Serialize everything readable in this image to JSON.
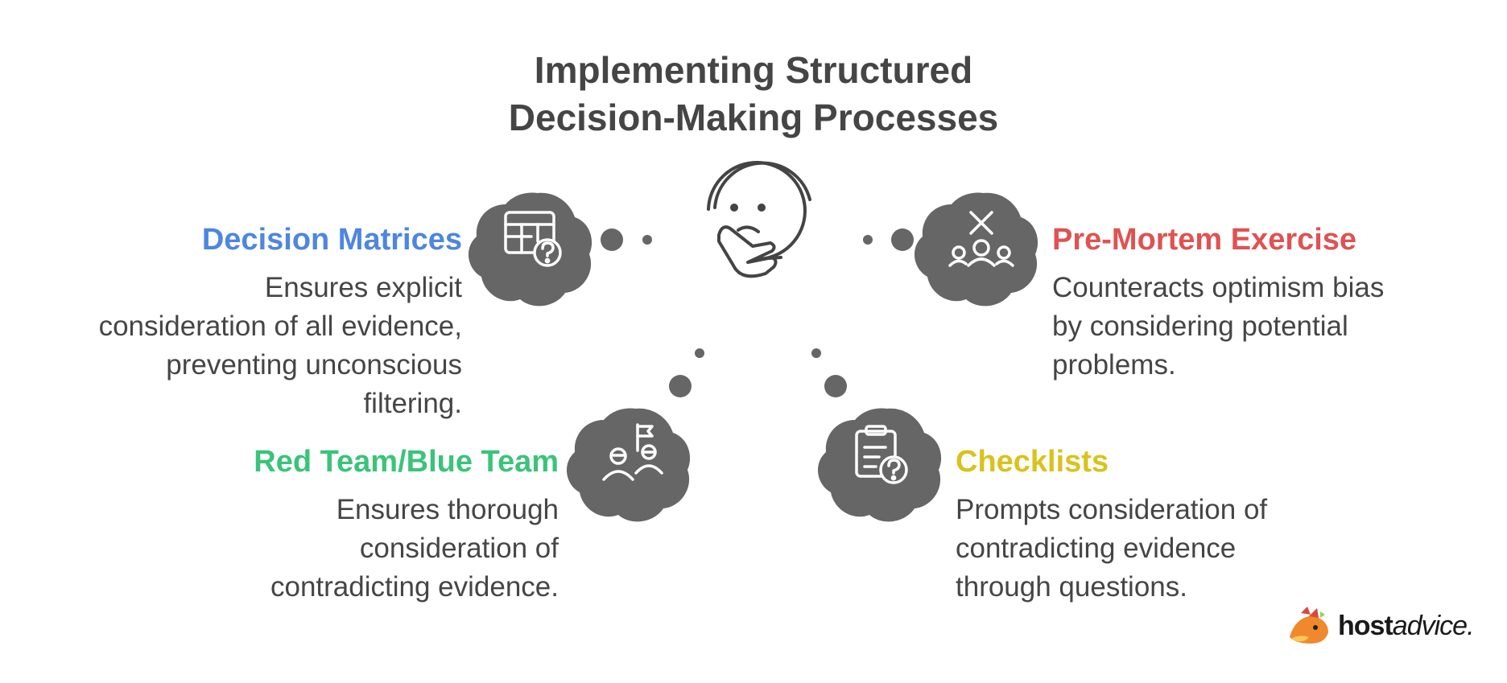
{
  "title": {
    "line1": "Implementing Structured",
    "line2": "Decision-Making Processes"
  },
  "colors": {
    "matrices": "#4e86e0",
    "premortem": "#e05252",
    "redblue": "#39c47a",
    "checklists": "#d9c21c",
    "blob": "#666666",
    "text": "#454545"
  },
  "nodes": {
    "matrices": {
      "heading": "Decision Matrices",
      "lines": [
        "Ensures explicit",
        "consideration of all evidence,",
        "preventing unconscious",
        "filtering."
      ],
      "icon": "table-question-icon"
    },
    "premortem": {
      "heading": "Pre-Mortem Exercise",
      "lines": [
        "Counteracts optimism bias",
        "by considering potential",
        "problems."
      ],
      "icon": "group-cross-icon"
    },
    "redblue": {
      "heading": "Red Team/Blue Team",
      "lines": [
        "Ensures thorough",
        "consideration of",
        "contradicting evidence."
      ],
      "icon": "team-flag-icon"
    },
    "checklists": {
      "heading": "Checklists",
      "lines": [
        "Prompts consideration of",
        "contradicting evidence",
        "through questions."
      ],
      "icon": "clipboard-question-icon"
    }
  },
  "center": {
    "icon": "thinking-face-icon"
  },
  "brand": {
    "bold": "host",
    "italic": "advice."
  }
}
